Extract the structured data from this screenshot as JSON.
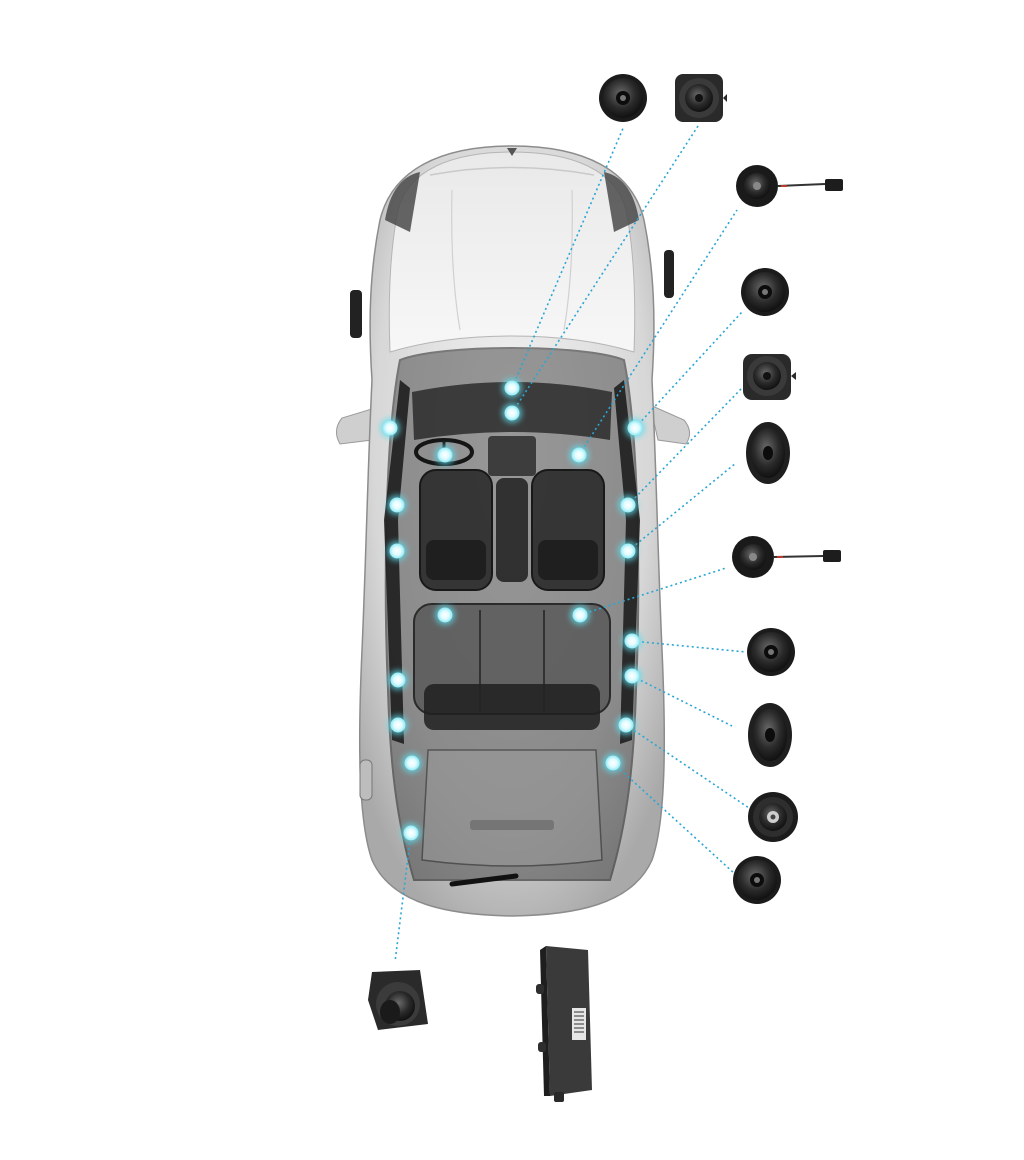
{
  "diagram": {
    "subject": "car-audio-speaker-layout",
    "colors": {
      "background": "#ffffff",
      "marker_fill": "#d9fbff",
      "marker_glow": "#5fe0f0",
      "leader_line": "#2aa6d4",
      "body_paint": "#d8d8d8",
      "interior": "#3a3a3a",
      "component_dark": "#1e1e1e",
      "cable_accent": "#c0392b"
    },
    "markers": [
      {
        "id": "m1"
      },
      {
        "id": "m2"
      },
      {
        "id": "m3"
      },
      {
        "id": "m4"
      },
      {
        "id": "m5"
      },
      {
        "id": "m6"
      },
      {
        "id": "m7"
      },
      {
        "id": "m8"
      },
      {
        "id": "m9"
      },
      {
        "id": "m10"
      },
      {
        "id": "m11"
      },
      {
        "id": "m12"
      },
      {
        "id": "m13"
      },
      {
        "id": "m14"
      },
      {
        "id": "m15"
      },
      {
        "id": "m16"
      },
      {
        "id": "m17"
      },
      {
        "id": "m18"
      },
      {
        "id": "m19"
      },
      {
        "id": "m20"
      },
      {
        "id": "m21"
      }
    ],
    "components": [
      {
        "icon": "round-woofer-icon"
      },
      {
        "icon": "square-flange-speaker-icon"
      },
      {
        "icon": "tweeter-with-cable-icon"
      },
      {
        "icon": "round-woofer-icon"
      },
      {
        "icon": "square-flange-speaker-icon"
      },
      {
        "icon": "oval-speaker-icon"
      },
      {
        "icon": "tweeter-with-cable-icon"
      },
      {
        "icon": "round-woofer-icon"
      },
      {
        "icon": "oval-speaker-icon"
      },
      {
        "icon": "coaxial-speaker-icon"
      },
      {
        "icon": "round-woofer-icon"
      },
      {
        "icon": "subwoofer-icon"
      },
      {
        "icon": "amplifier-module-icon"
      }
    ]
  }
}
